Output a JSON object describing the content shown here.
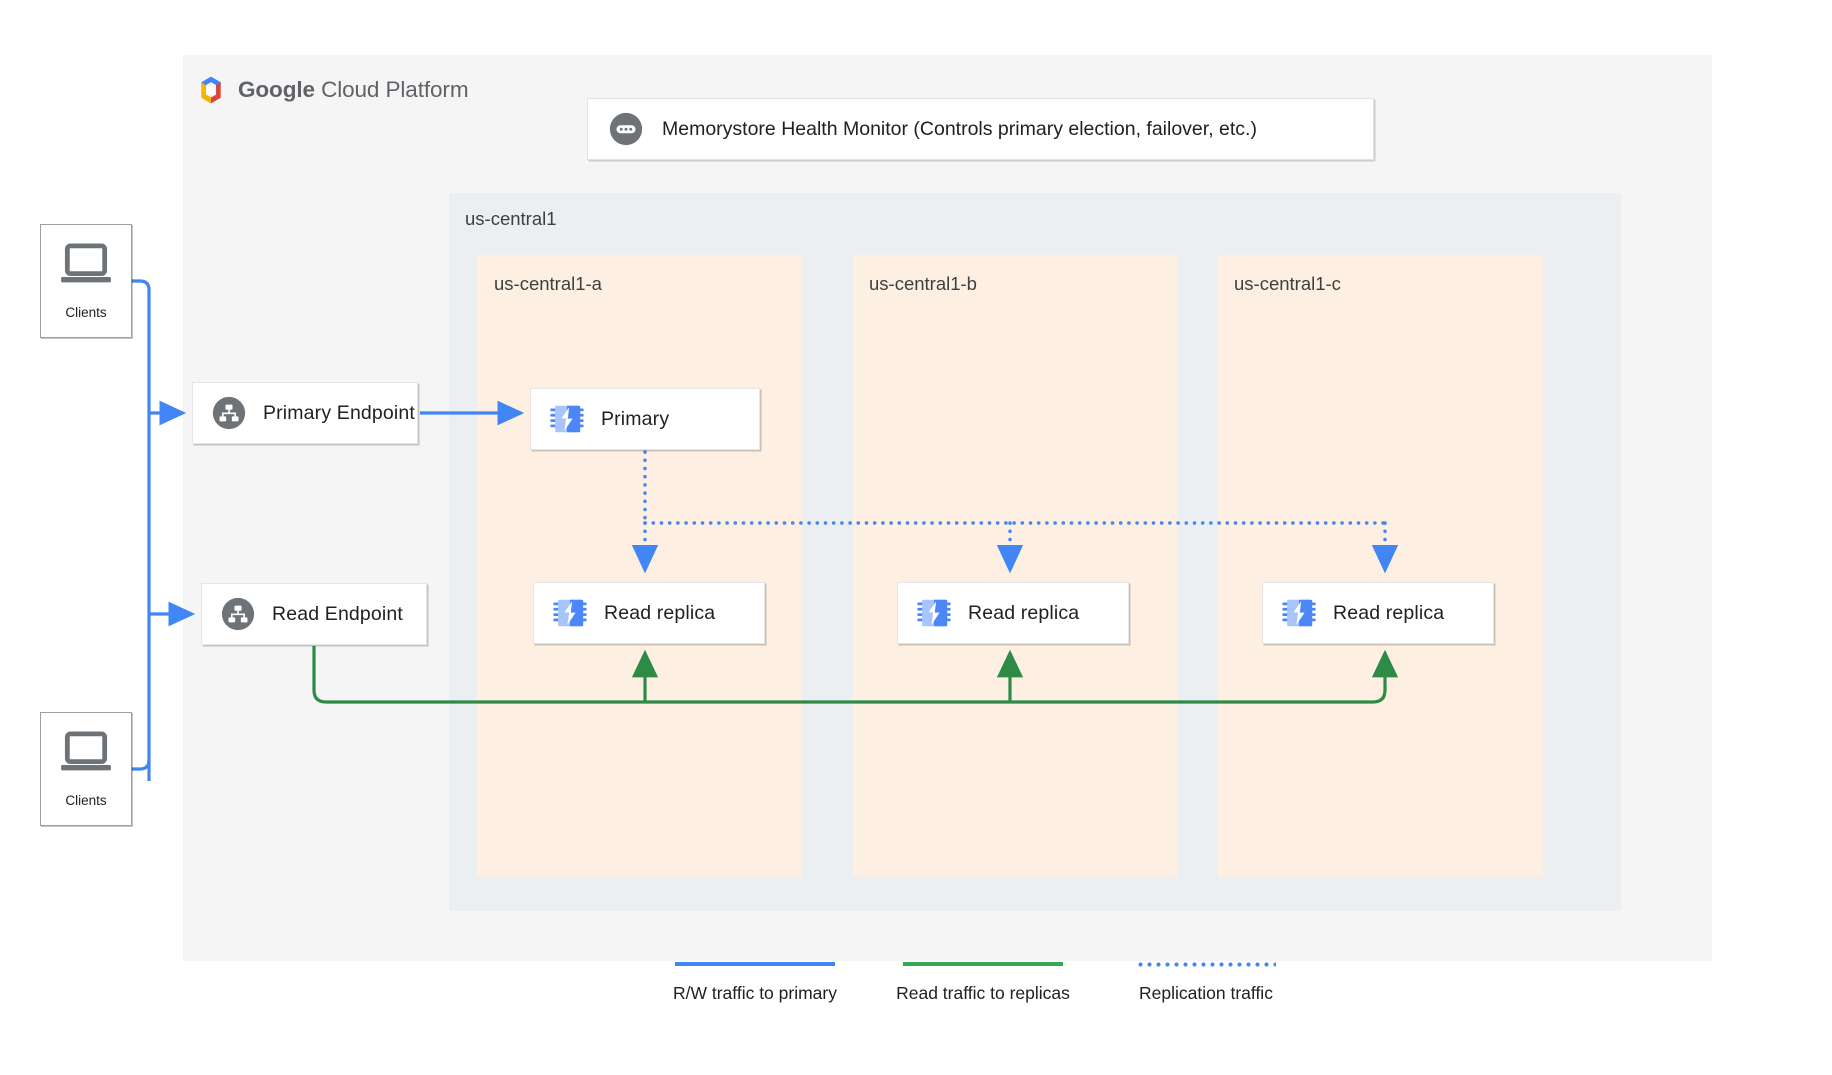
{
  "brand": {
    "logo_icon": "google-cloud-platform-logo",
    "name_bold": "Google",
    "name_light": "Cloud Platform",
    "logo_colors": {
      "blue": "#4285f4",
      "red": "#db4437",
      "yellow": "#f4b400",
      "green": "#0f9d58"
    }
  },
  "health_monitor": {
    "icon": "health-monitor-icon",
    "label": "Memorystore Health Monitor (Controls primary election, failover, etc.)"
  },
  "region": {
    "label": "us-central1",
    "background": "#eceff1"
  },
  "zones": [
    {
      "label": "us-central1-a",
      "background": "#fdf0e2"
    },
    {
      "label": "us-central1-b",
      "background": "#fdf0e2"
    },
    {
      "label": "us-central1-c",
      "background": "#fdf0e2"
    }
  ],
  "endpoints": [
    {
      "icon": "hierarchy-icon",
      "label": "Primary Endpoint"
    },
    {
      "icon": "hierarchy-icon",
      "label": "Read Endpoint"
    }
  ],
  "instances": [
    {
      "icon": "memorystore-chip-icon",
      "label": "Primary",
      "zone": "us-central1-a"
    },
    {
      "icon": "memorystore-chip-icon",
      "label": "Read replica",
      "zone": "us-central1-a"
    },
    {
      "icon": "memorystore-chip-icon",
      "label": "Read replica",
      "zone": "us-central1-b"
    },
    {
      "icon": "memorystore-chip-icon",
      "label": "Read replica",
      "zone": "us-central1-c"
    }
  ],
  "clients": [
    {
      "icon": "laptop-icon",
      "label": "Clients"
    },
    {
      "icon": "laptop-icon",
      "label": "Clients"
    }
  ],
  "legend": [
    {
      "style": "solid",
      "color": "#4285f4",
      "label": "R/W traffic to primary"
    },
    {
      "style": "solid",
      "color": "#34a853",
      "label": "Read traffic to replicas"
    },
    {
      "style": "dotted",
      "color": "#4285f4",
      "label": "Replication traffic"
    }
  ]
}
